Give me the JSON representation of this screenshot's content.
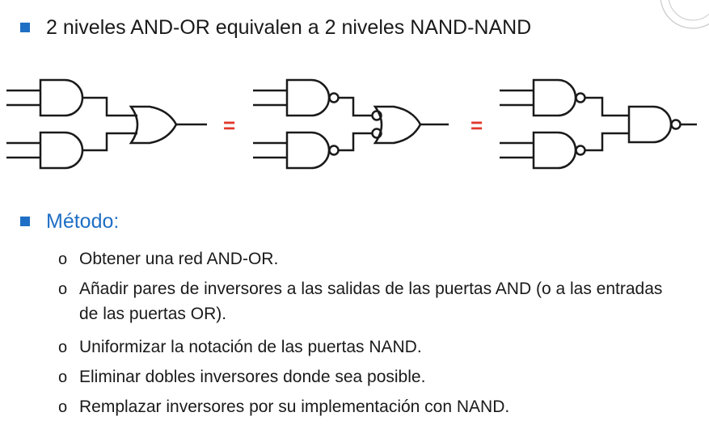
{
  "heading": "2 niveles AND-OR equivalen a 2 niveles NAND-NAND",
  "equals_1": "=",
  "equals_2": "=",
  "method": {
    "title": "Método:",
    "items": [
      "Obtener una red AND-OR.",
      "Añadir pares de inversores a las salidas de las puertas AND (o a las entradas de las puertas OR).",
      "Uniformizar la notación de las puertas NAND.",
      "Eliminar dobles inversores donde sea posible.",
      "Remplazar inversores por su implementación con NAND."
    ]
  },
  "colors": {
    "accent": "#1f6fc5",
    "equals": "#e0392d",
    "text": "#1a1a1a"
  },
  "icons": [
    "square-bullet-icon",
    "circle-bullet-icon",
    "logic-gate-and-icon",
    "logic-gate-or-icon",
    "logic-gate-nand-icon",
    "university-seal-icon"
  ]
}
